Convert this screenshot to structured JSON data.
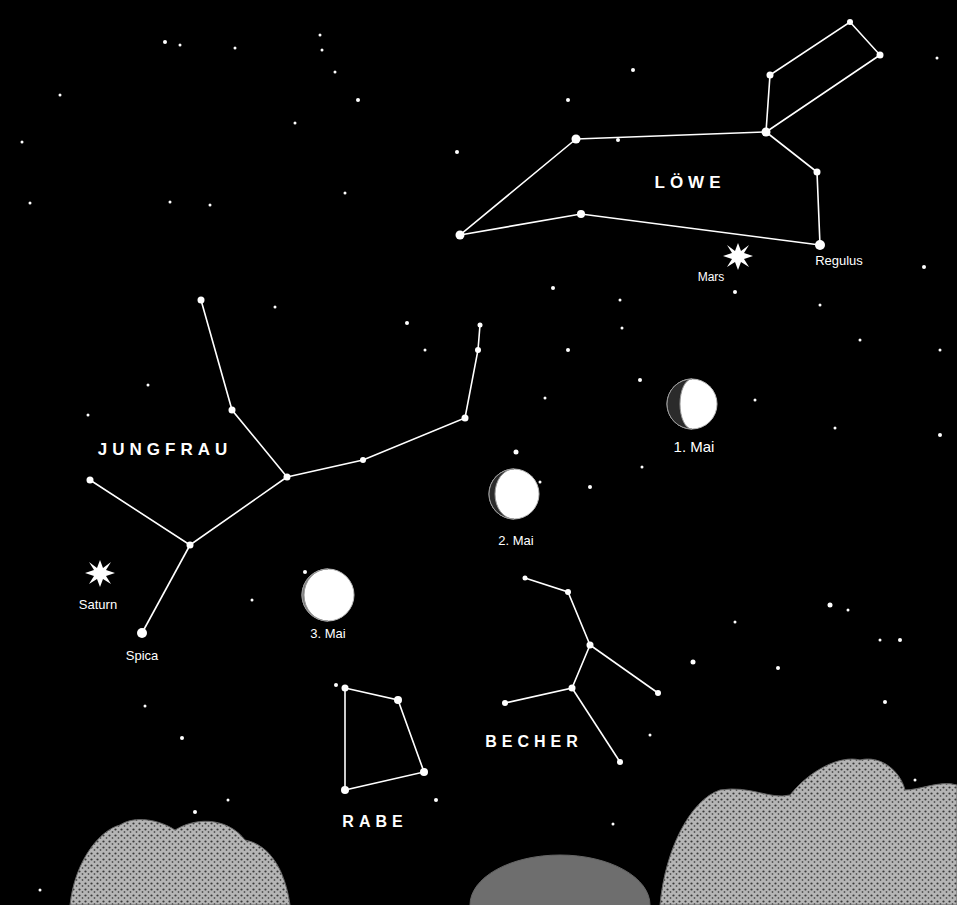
{
  "diagram": {
    "labels": [
      "LÖWE",
      "Mars",
      "Regulus",
      "1. Mai",
      "JUNGFRAU",
      "2. Mai",
      "Saturn",
      "Spica",
      "3. Mai",
      "BECHER",
      "RABE"
    ]
  }
}
